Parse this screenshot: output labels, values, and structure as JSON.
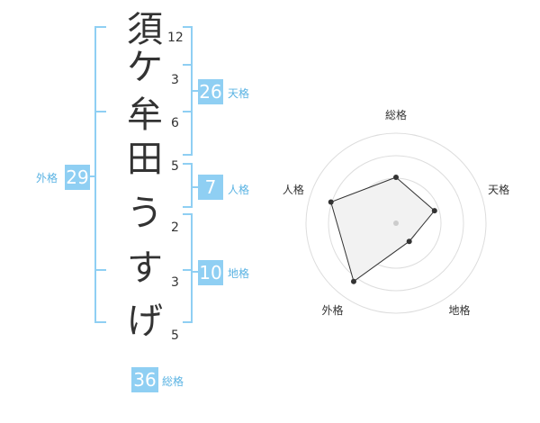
{
  "name_chars": [
    "須",
    "ケ",
    "牟",
    "田",
    "う",
    "す",
    "げ"
  ],
  "strokes": [
    "12",
    "3",
    "6",
    "5",
    "2",
    "3",
    "5"
  ],
  "tenkaku": {
    "value": "26",
    "label": "天格"
  },
  "jinkaku": {
    "value": "7",
    "label": "人格"
  },
  "chikaku": {
    "value": "10",
    "label": "地格"
  },
  "gaikaku": {
    "value": "29",
    "label": "外格"
  },
  "soukaku": {
    "value": "36",
    "label": "総格"
  },
  "chart_data": {
    "type": "radar",
    "axes": [
      "総格",
      "天格",
      "地格",
      "外格",
      "人格"
    ],
    "values": [
      0.51,
      0.45,
      0.25,
      0.8,
      0.76
    ],
    "scale_max": 1,
    "rings": 4
  },
  "colors": {
    "badge": "#8fcff3",
    "bracket": "#8fcff3",
    "label": "#5ab3e3",
    "radar_fill": "#f2f2f2"
  }
}
